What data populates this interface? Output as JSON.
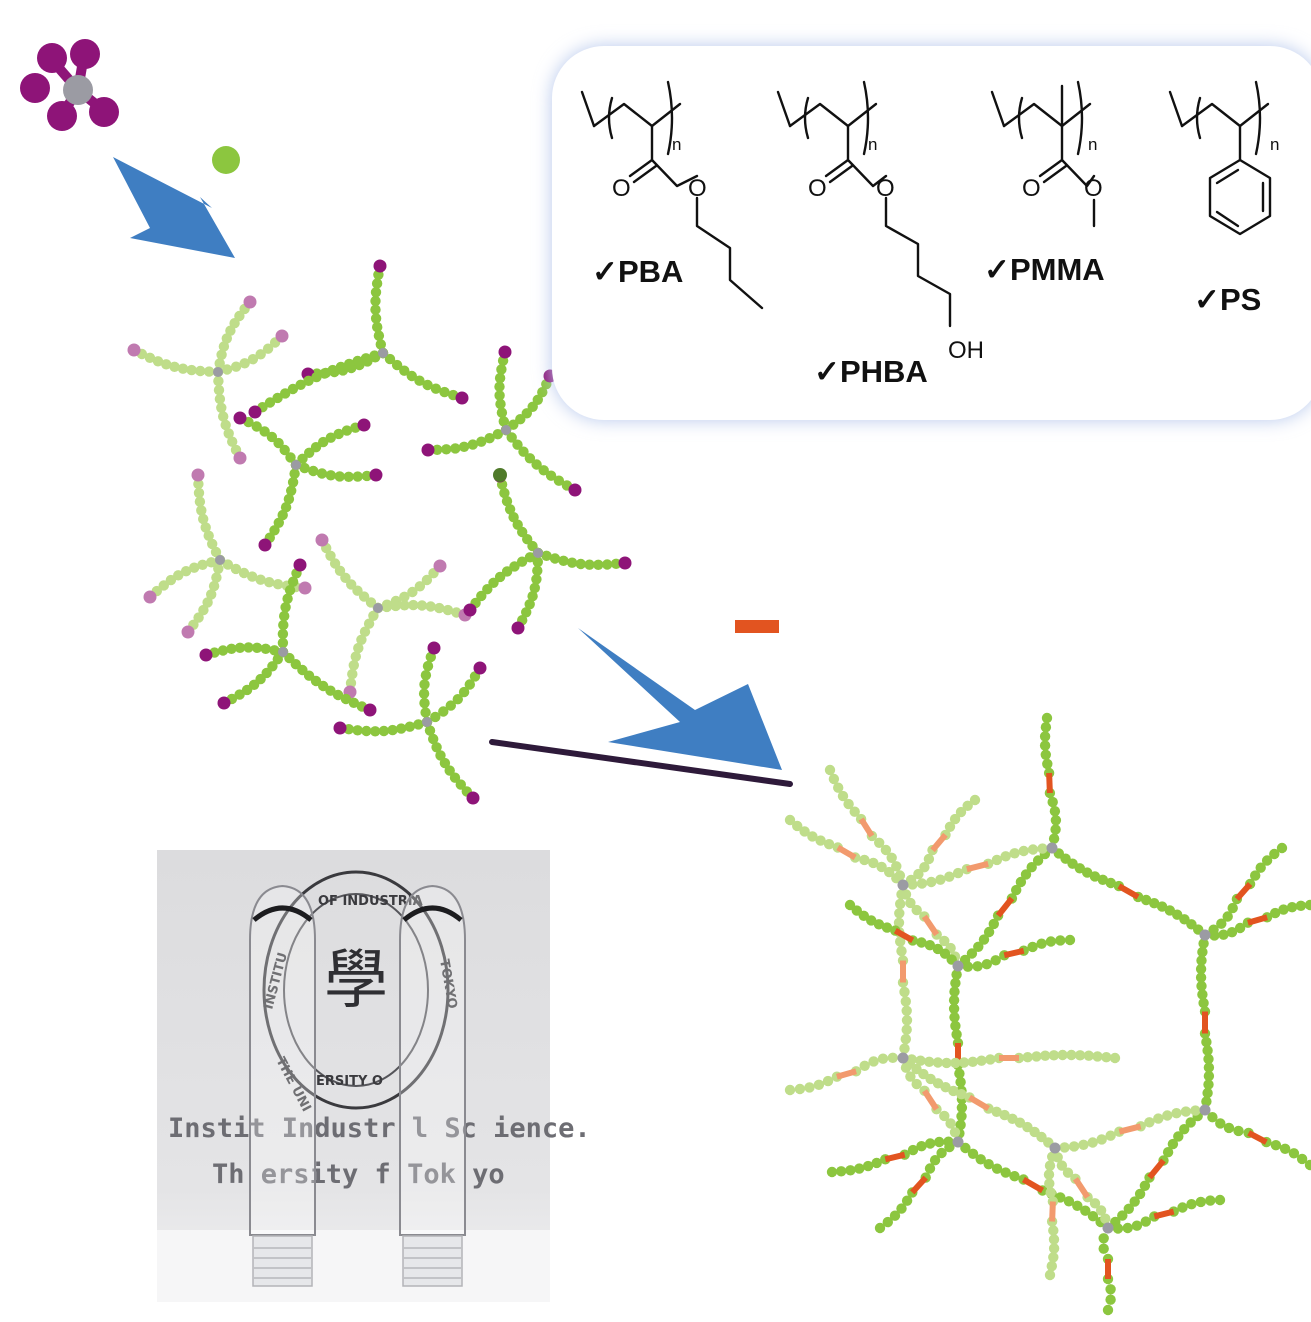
{
  "colors": {
    "arrow": "#3f7ec2",
    "chain_dark": "#8cc63f",
    "chain_light": "#bfdd8a",
    "end_dark": "#8e1478",
    "end_light": "#c07ab0",
    "crosslink": "#e25420",
    "crosslink_light": "#f29a6e",
    "core": "#9b9ba3",
    "initiator_arm": "#8e1478",
    "monomer_dot": "#8cc63f",
    "connector_line": "#2e1a3a",
    "panel_glow": "#b7c8ec"
  },
  "polymers": [
    {
      "check": "✓",
      "name": "PBA",
      "o1": "O",
      "o2": "O",
      "sub": "n"
    },
    {
      "check": "✓",
      "name": "PHBA",
      "o1": "O",
      "o2": "O",
      "oh": "OH",
      "sub": "n"
    },
    {
      "check": "✓",
      "name": "PMMA",
      "o1": "O",
      "o2": "O",
      "sub": "n"
    },
    {
      "check": "✓",
      "name": "PS",
      "sub": "n"
    }
  ],
  "photo": {
    "seal_top": "OF INDUSTRIA",
    "seal_left": "INSTITU",
    "seal_bottom": "ERSITY O",
    "seal_left2": "THE UNI",
    "seal_right": "TOKYO",
    "kanji": "學",
    "line1": "Instit      Industr  l Sc ience.",
    "line2": "Th    ersity  f Tok yo"
  },
  "icons": {
    "initiator": "four-arm-initiator-icon",
    "monomer": "monomer-dot-icon",
    "crosslinker": "crosslinker-bar-icon",
    "arrows": "process-arrow-icon"
  }
}
